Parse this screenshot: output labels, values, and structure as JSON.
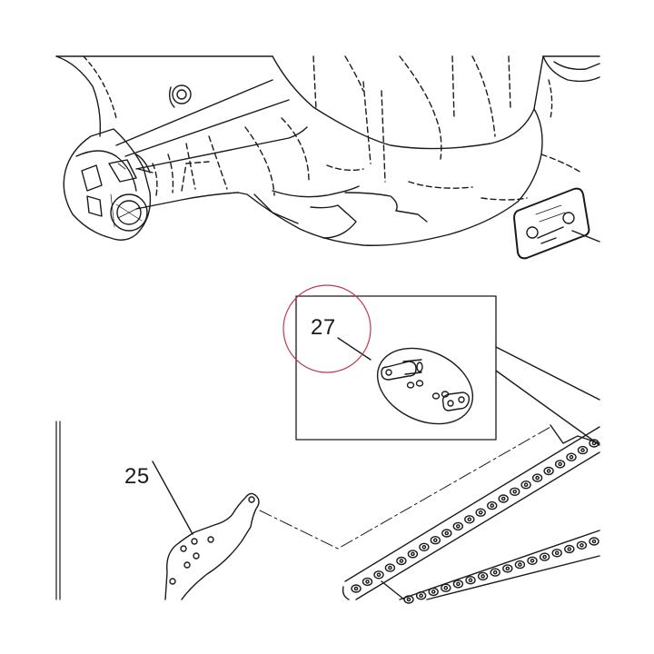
{
  "diagram": {
    "callouts": [
      {
        "id": "27",
        "label": "27"
      },
      {
        "id": "25",
        "label": "25"
      }
    ],
    "highlight_color": "#c0394b",
    "line_color": "#1a1a1a"
  }
}
